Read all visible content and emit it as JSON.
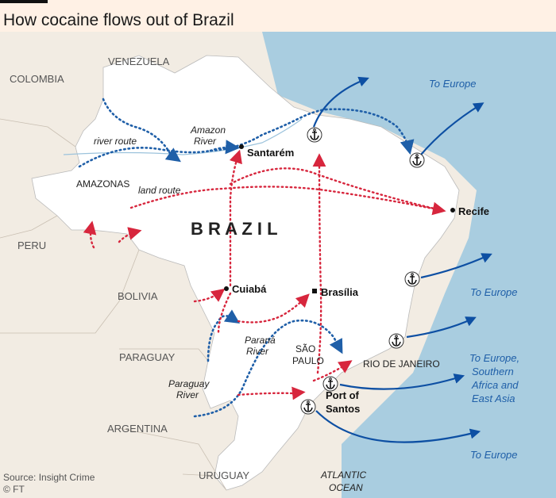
{
  "title": "How cocaine flows out of Brazil",
  "source": "Source: Insight Crime",
  "credit": "© FT",
  "countries": {
    "venezuela": "VENEZUELA",
    "colombia": "COLOMBIA",
    "peru": "PERU",
    "bolivia": "BOLIVIA",
    "paraguay": "PARAGUAY",
    "argentina": "ARGENTINA",
    "uruguay": "URUGUAY",
    "brazil": "B R A Z I L"
  },
  "regions": {
    "amazonas": "AMAZONAS",
    "sao_paulo_1": "SÃO",
    "sao_paulo_2": "PAULO",
    "rio": "RIO DE JANEIRO"
  },
  "cities": {
    "santarem": "Santarém",
    "recife": "Recife",
    "cuiaba": "Cuiabá",
    "brasilia": "Brasília",
    "santos_1": "Port of",
    "santos_2": "Santos"
  },
  "rivers": {
    "amazon_1": "Amazon",
    "amazon_2": "River",
    "parana_1": "Paraná",
    "parana_2": "River",
    "paraguay_1": "Paraguay",
    "paraguay_2": "River"
  },
  "routes": {
    "river": "river route",
    "land": "land route"
  },
  "destinations": {
    "europe_1": "To Europe",
    "europe_2": "To Europe",
    "multi_1": "To Europe,",
    "multi_2": "Southern",
    "multi_3": "Africa and",
    "multi_4": "East Asia",
    "europe_3": "To Europe"
  },
  "ocean_1": "ATLANTIC",
  "ocean_2": "OCEAN",
  "colors": {
    "sea": "#a9cde0",
    "brazil": "#ffffff",
    "neighbors": "#f2ece3",
    "river_route": "#1f5fa8",
    "land_route": "#d7263d",
    "sea_route": "#0d4fa3",
    "text": "#1a1a1a"
  }
}
